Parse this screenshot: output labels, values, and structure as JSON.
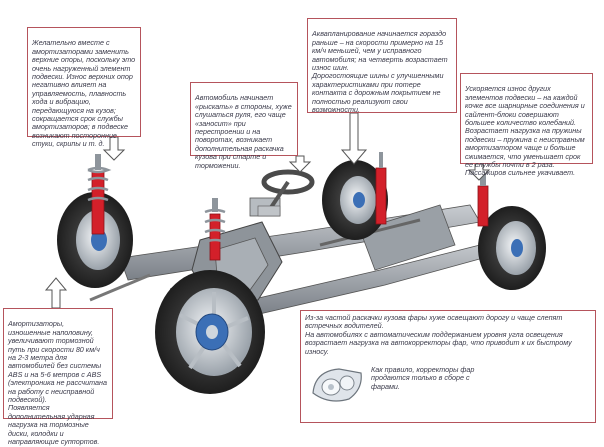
{
  "notes": {
    "top_left": "Желательно вместе с амортизаторами заменить верхние опоры, поскольку это очень нагруженный элемент подвески. Износ верхних опор негативно влияет на управляемость, плавность хода и вибрацию, передающуюся на кузов; сокращается срок службы амортизаторов; в подвеске возникают посторонние стуки, скрипы и т. д.",
    "top_center_left": "Автомобиль начинает «рыскать» в стороны, хуже слушаться руля, его чаще «заносит» при перестроении и на поворотах, возникает дополнительная раскачка кузова при старте и торможении.",
    "top_center": "Аквапланирование начинается гораздо раньше – на скорости примерно на 15 км/ч меньшей, чем у исправного автомобиля; на четверть возрастает износ шин.\nДорогостоящие шины с улучшенными характеристиками при потере контакта с дорожным покрытием не полностью реализуют свои возможности.",
    "right": "Ускоряется износ других элементов подвески – на каждой кочке все шарнирные соединения и сайлент-блоки совершают большее количество колебаний.\nВозрастает нагрузка на пружины подвески – пружина с неисправным амортизатором чаще и больше сжимается, что уменьшает срок ее службы почти в 2 раза.\nПассажиров сильнее укачивает.",
    "bottom_left": "Амортизаторы, изношенные наполовину, увеличивают тормозной путь при скорости 80 км/ч на 2-3 метра для автомобилей без системы ABS и на 5-6 метров с ABS (электроника не рассчитана на работу с неисправной подвеской).\nПоявляется дополнительная ударная нагрузка на тормозные диски, колодки и направляющие суппортов.",
    "bottom_right": "Из-за частой раскачки кузова фары хуже освещают дорогу и чаще слепят встречных водителей.\nНа автомобилях с автоматическим поддержанием уровня угла освещения возрастает нагрузка на автокорректоры фар, что приводит к их быстрому износу.",
    "headlight_caption": "Как правило, корректоры фар продаются только в сборе с фарами."
  },
  "colors": {
    "note_border": "#b5545c",
    "note_text": "#3a3a4a",
    "shock_red": "#d3202a",
    "spring_gray": "#8e959c",
    "hub_blue": "#3b6fb6",
    "tire": "#2a2a2a"
  },
  "icons": [
    "pointer-arrow-icon",
    "headlight-icon"
  ]
}
